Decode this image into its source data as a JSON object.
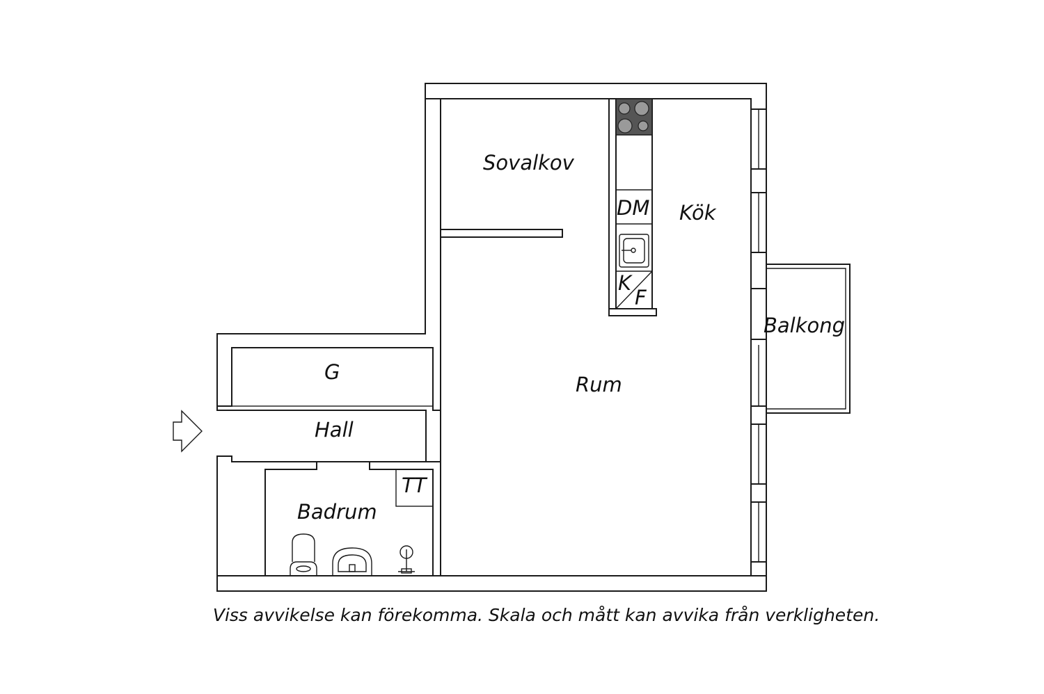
{
  "rooms": {
    "sovalkov": "Sovalkov",
    "kok": "Kök",
    "balkong": "Balkong",
    "g": "G",
    "rum": "Rum",
    "hall": "Hall",
    "badrum": "Badrum"
  },
  "fixtures": {
    "dishwasher": "DM",
    "fridge_k": "K",
    "freezer_f": "F",
    "washer": "TT"
  },
  "disclaimer": "Viss avvikelse kan förekomma. Skala och mått kan avvika från verkligheten.",
  "colors": {
    "line": "#1a1a1a",
    "stove": "#555555",
    "background": "#ffffff"
  },
  "icons": [
    "entrance-arrow-icon",
    "stove-icon",
    "sink-icon",
    "toilet-icon",
    "washbasin-icon",
    "shower-icon"
  ]
}
